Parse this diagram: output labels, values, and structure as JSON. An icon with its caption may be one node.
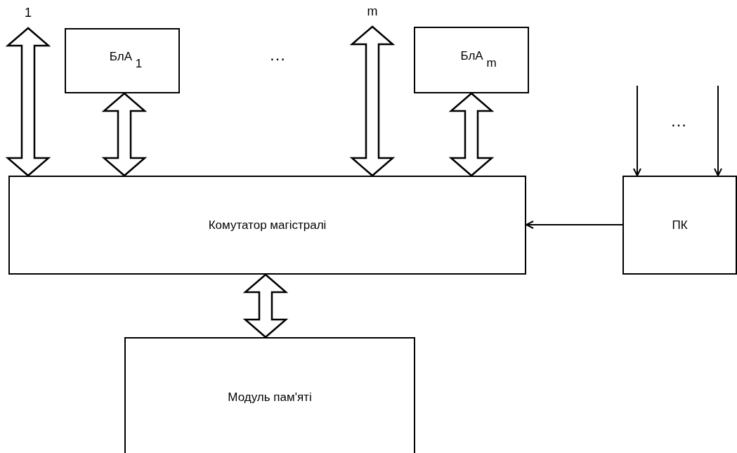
{
  "diagram": {
    "nodes": [
      {
        "text": [
          "БлА $_{1}$"
        ]
      },
      {
        "text": [
          "БлА $_{m}$"
        ]
      },
      {
        "text": [
          "Комутатор магістралі"
        ]
      },
      {
        "text": [
          "ПК"
        ]
      },
      {
        "text": [
          "Модуль пам'яті"
        ]
      }
    ],
    "edges": [
      {
        "from": null,
        "to": 2,
        "arrow": "both",
        "style": "thick"
      },
      {
        "from": 0,
        "to": 2,
        "arrow": "both",
        "style": "thick"
      },
      {
        "from": null,
        "to": 2,
        "arrow": "both",
        "style": "thick"
      },
      {
        "from": 1,
        "to": 2,
        "arrow": "both",
        "style": "thick"
      },
      {
        "from": 3,
        "to": 2,
        "arrow": "to"
      },
      {
        "from": null,
        "to": 3,
        "arrow": "to"
      },
      {
        "from": null,
        "to": 3,
        "arrow": "to"
      },
      {
        "from": 2,
        "to": 4,
        "arrow": "both",
        "style": "thick"
      }
    ],
    "labels": [
      "1",
      "m",
      "…",
      "…"
    ]
  }
}
